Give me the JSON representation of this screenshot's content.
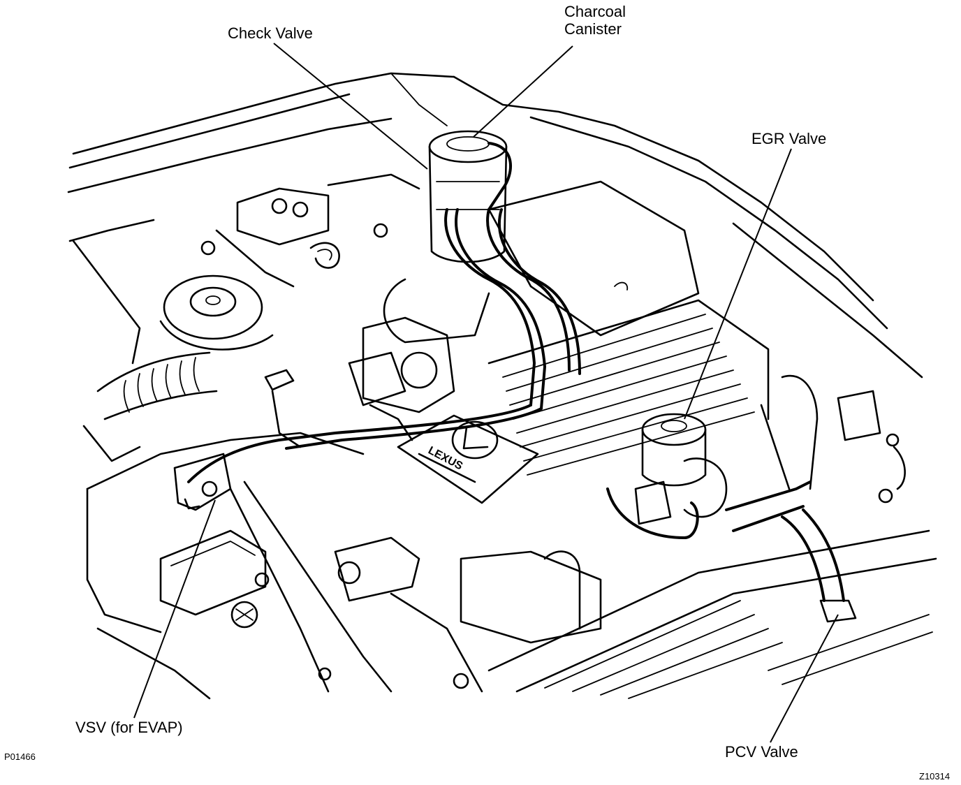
{
  "labels": {
    "check_valve": "Check Valve",
    "charcoal_canister_line1": "Charcoal",
    "charcoal_canister_line2": "Canister",
    "egr_valve": "EGR Valve",
    "vsv_evap": "VSV (for EVAP)",
    "pcv_valve": "PCV Valve"
  },
  "figure_codes": {
    "left": "P01466",
    "right": "Z10314"
  },
  "logo_text": "LEXUS"
}
